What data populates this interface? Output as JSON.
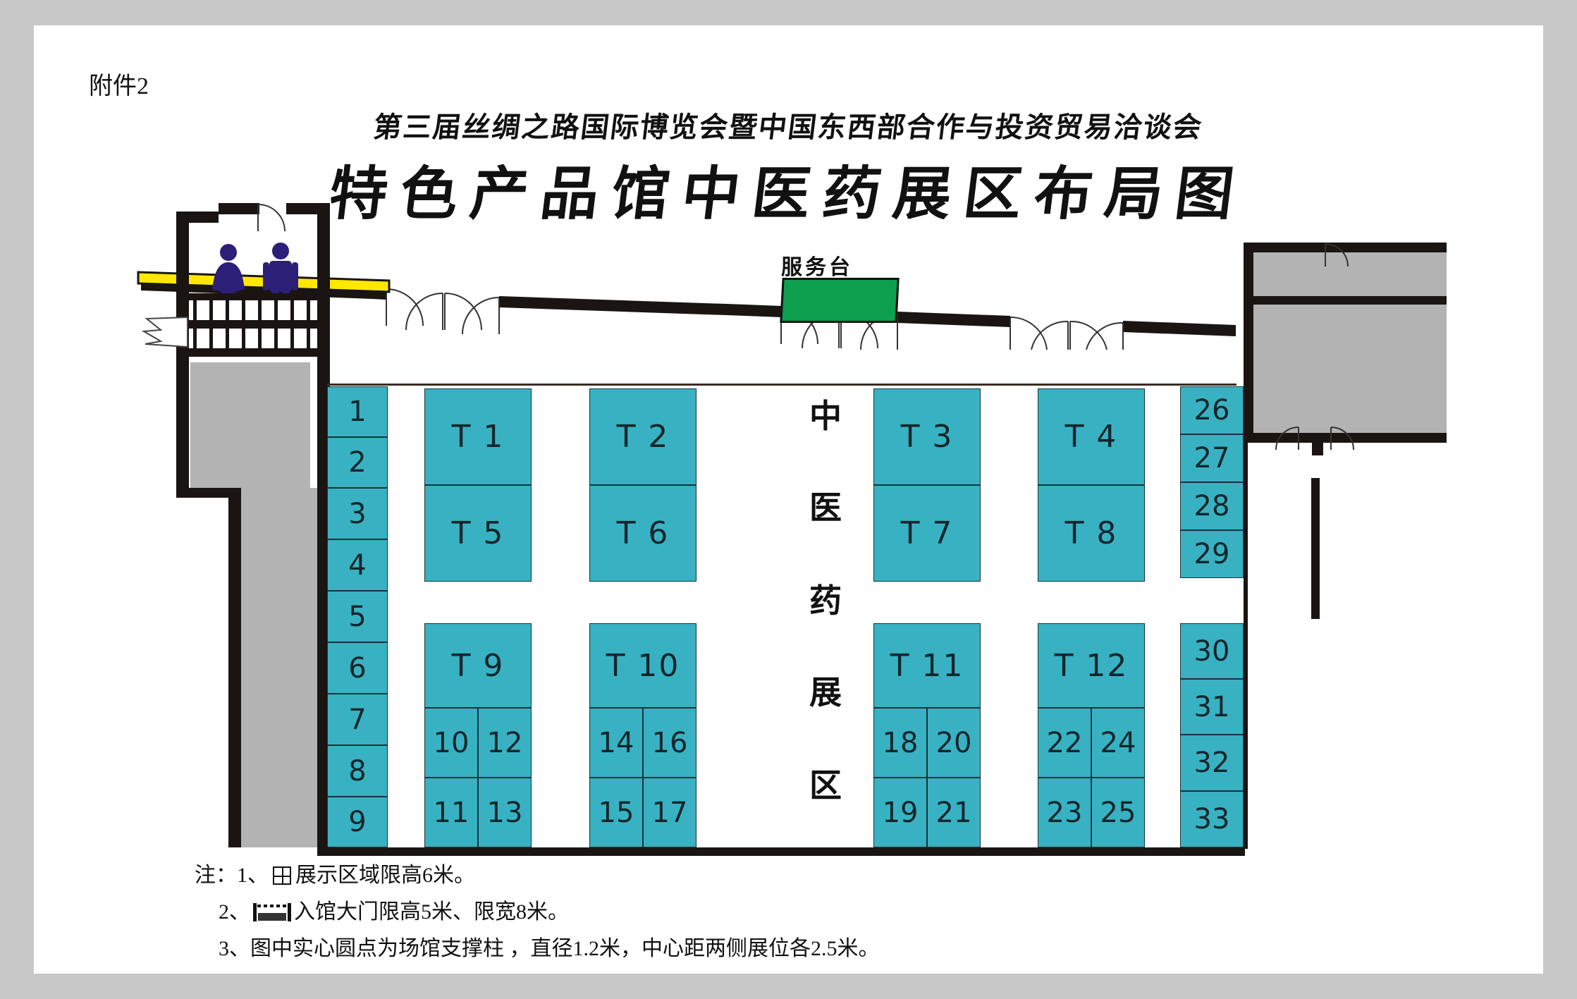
{
  "document": {
    "attachment_label": "附件2",
    "subtitle": "第三届丝绸之路国际博览会暨中国东西部合作与投资贸易洽谈会",
    "title": "特色产品馆中医药展区布局图"
  },
  "plan": {
    "service_desk_label": "服务台",
    "vertical_zone_text": [
      "中",
      "医",
      "药",
      "展",
      "区"
    ],
    "restroom": {
      "female_icon": "female-restroom-icon",
      "male_icon": "male-restroom-icon"
    },
    "left_column_booths": [
      "1",
      "2",
      "3",
      "4",
      "5",
      "6",
      "7",
      "8",
      "9"
    ],
    "right_column_booths_upper": [
      "26",
      "27",
      "28",
      "29"
    ],
    "right_column_booths_lower": [
      "30",
      "31",
      "32",
      "33"
    ],
    "big_booths_row1": [
      "T 1",
      "T 2",
      "T 3",
      "T 4"
    ],
    "big_booths_row2": [
      "T 5",
      "T 6",
      "T 7",
      "T 8"
    ],
    "big_booths_row3": [
      "T 9",
      "T 10",
      "T 11",
      "T 12"
    ],
    "small_booths_blockA": [
      [
        "10",
        "12"
      ],
      [
        "11",
        "13"
      ]
    ],
    "small_booths_blockB": [
      [
        "14",
        "16"
      ],
      [
        "15",
        "17"
      ]
    ],
    "small_booths_blockC": [
      [
        "18",
        "20"
      ],
      [
        "19",
        "21"
      ]
    ],
    "small_booths_blockD": [
      [
        "22",
        "24"
      ],
      [
        "23",
        "25"
      ]
    ],
    "colors": {
      "booth_fill": "#38b2c2",
      "wall": "#1a1512",
      "room_fill": "#b3b3b3",
      "ramp": "#ffe800",
      "service_desk": "#0e9f4f",
      "restroom_icon": "#2b1f78"
    }
  },
  "notes": {
    "note1_prefix": "注：1、",
    "note1_text": "展示区域限高6米。",
    "note2_prefix": "2、",
    "note2_text": "入馆大门限高5米、限宽8米。",
    "note3": "3、图中实心圆点为场馆支撑柱 ，直径1.2米，中心距两侧展位各2.5米。"
  }
}
